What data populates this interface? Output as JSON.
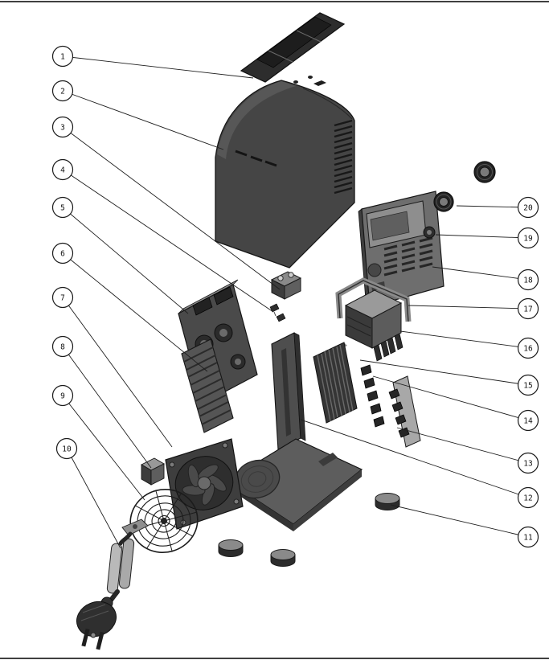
{
  "figure": {
    "kind": "exploded-assembly-parts-diagram",
    "parts_count": 20,
    "background_color": "#ffffff",
    "outline_color": "#1a1a1a",
    "part_shade_dark": "#2b2b2b",
    "part_shade_mid": "#5d5d5d",
    "part_shade_light": "#9a9a9a"
  },
  "callouts": [
    {
      "number": "1"
    },
    {
      "number": "2"
    },
    {
      "number": "3"
    },
    {
      "number": "4"
    },
    {
      "number": "5"
    },
    {
      "number": "6"
    },
    {
      "number": "7"
    },
    {
      "number": "8"
    },
    {
      "number": "9"
    },
    {
      "number": "10"
    },
    {
      "number": "11"
    },
    {
      "number": "12"
    },
    {
      "number": "13"
    },
    {
      "number": "14"
    },
    {
      "number": "15"
    },
    {
      "number": "16"
    },
    {
      "number": "17"
    },
    {
      "number": "18"
    },
    {
      "number": "19"
    },
    {
      "number": "20"
    }
  ]
}
